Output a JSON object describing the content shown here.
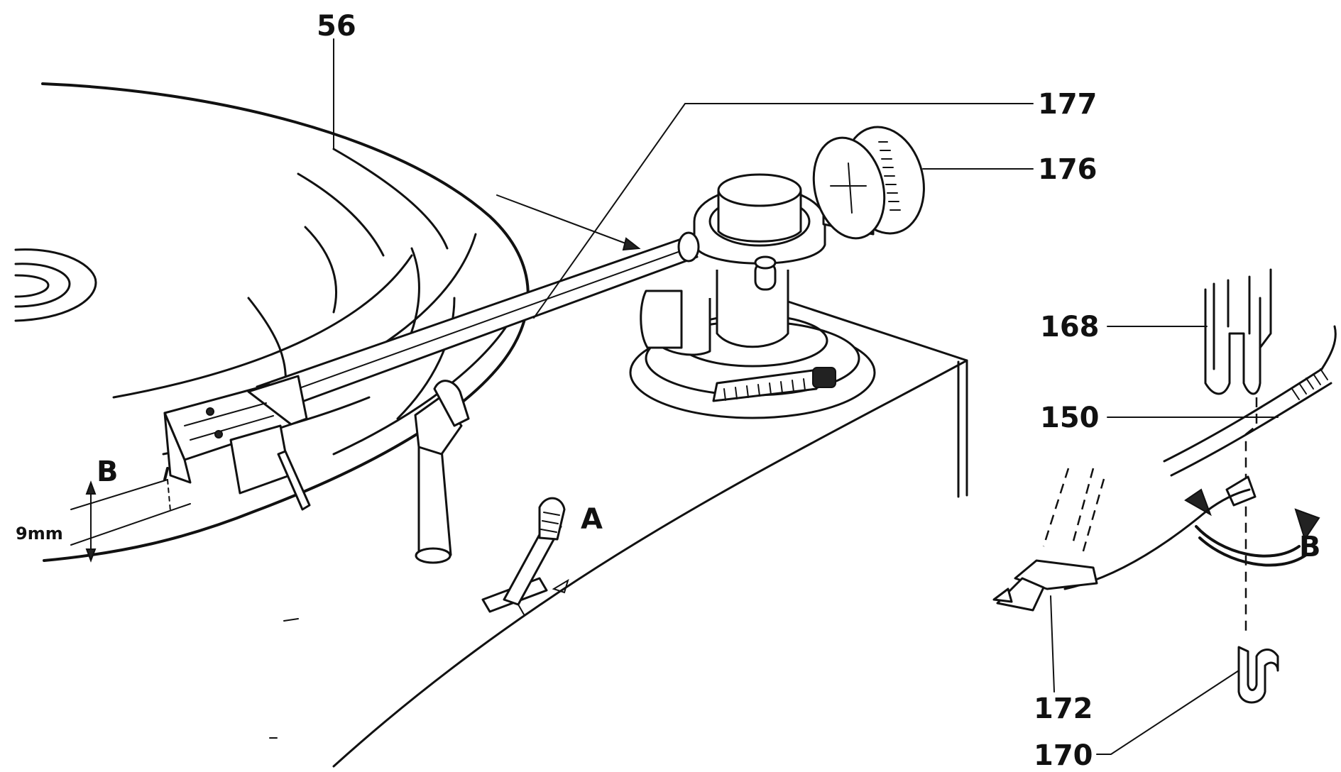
{
  "labels": {
    "platter": "56",
    "arm_tube": "177",
    "counterweight": "176",
    "part_168": "168",
    "part_150": "150",
    "part_172": "172",
    "part_170": "170",
    "lever_a": "A",
    "height_b_left": "B",
    "height_value": "9mm",
    "direction_b_right": "B"
  }
}
